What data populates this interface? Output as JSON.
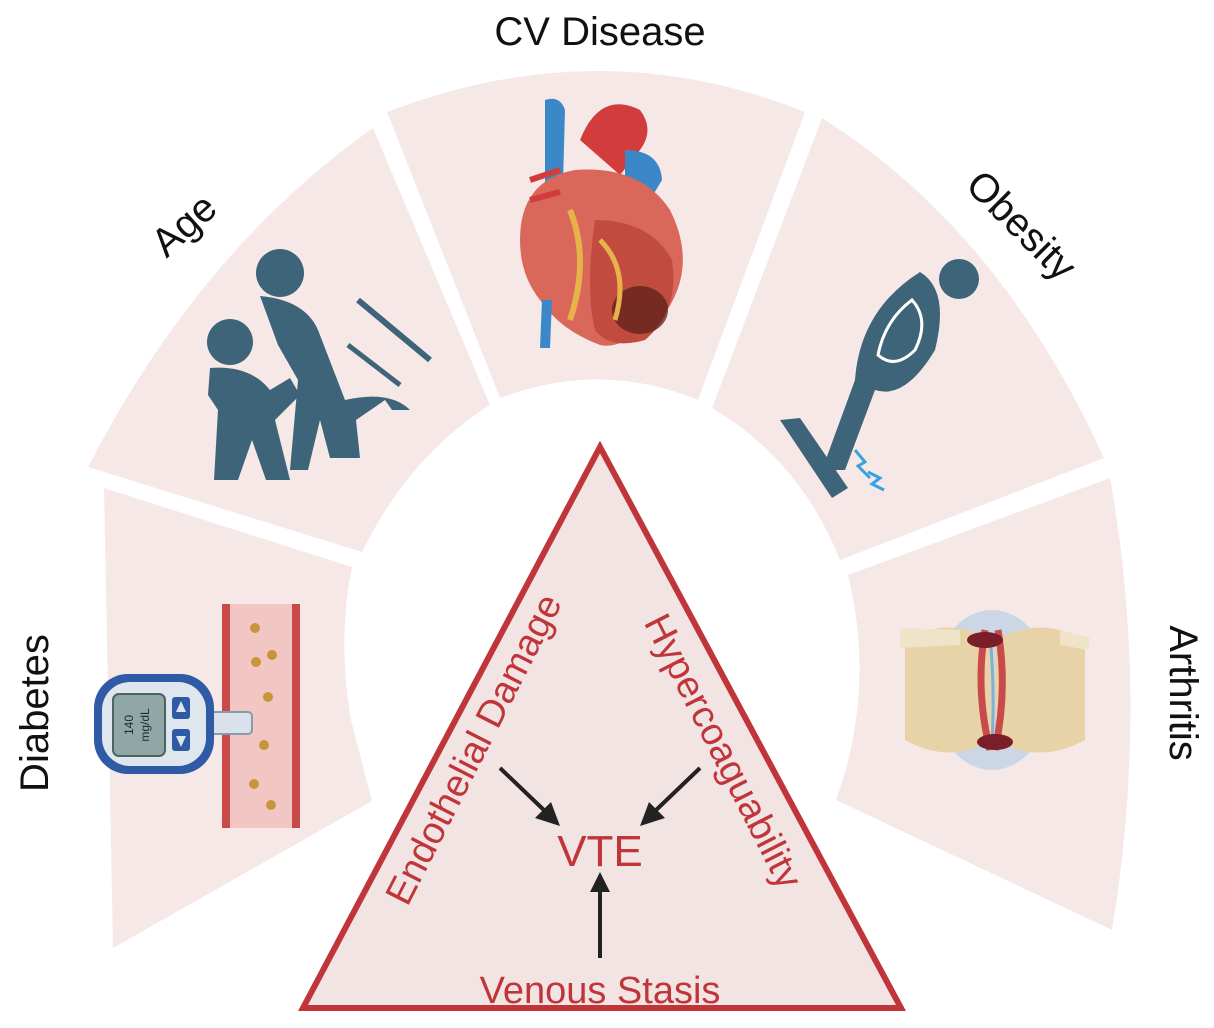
{
  "risk_factors": [
    {
      "id": "diabetes",
      "label": "Diabetes",
      "icon": "glucose-meter-icon"
    },
    {
      "id": "age",
      "label": "Age",
      "icon": "elderly-couple-icon"
    },
    {
      "id": "cv_disease",
      "label": "CV Disease",
      "icon": "heart-icon"
    },
    {
      "id": "obesity",
      "label": "Obesity",
      "icon": "obesity-scale-icon"
    },
    {
      "id": "arthritis",
      "label": "Arthritis",
      "icon": "joint-icon"
    }
  ],
  "glucose_meter": {
    "reading": "140",
    "unit": "mg/dL"
  },
  "virchow_triad": {
    "left": "Endothelial Damage",
    "right": "Hypercoaguability",
    "bottom": "Venous Stasis",
    "center": "VTE"
  },
  "colors": {
    "segment_fill": "#f7e8e8",
    "triangle_stroke": "#c0353a",
    "triangle_fill": "#f3e4e4",
    "accent_text": "#c0353a",
    "icon_blue": "#3d6478"
  }
}
